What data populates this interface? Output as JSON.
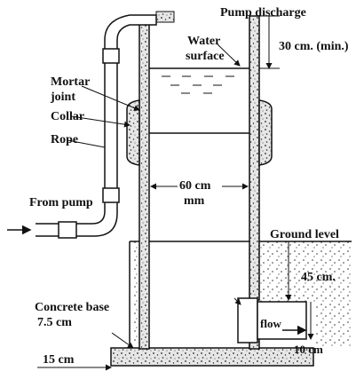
{
  "labels": {
    "pump_discharge": "Pump discharge",
    "water_surface_line1": "Water",
    "water_surface_line2": "surface",
    "freeboard": "30 cm. (min.)",
    "mortar_joint_line1": "Mortar",
    "mortar_joint_line2": "joint",
    "collar": "Collar",
    "rope": "Rope",
    "diameter_line1": "60 cm",
    "diameter_line2": "mm",
    "from_pump": "From pump",
    "ground_level": "Ground level",
    "outlet_depth": "45 cm.",
    "concrete_base_line1": "Concrete base",
    "concrete_base_line2": "7.5 cm",
    "flow": "flow",
    "outlet_pipe_size": "10 cm",
    "base_overhang": "15 cm"
  },
  "colors": {
    "ink": "#111111",
    "concrete": "#d9d9d9",
    "paper": "#ffffff"
  }
}
